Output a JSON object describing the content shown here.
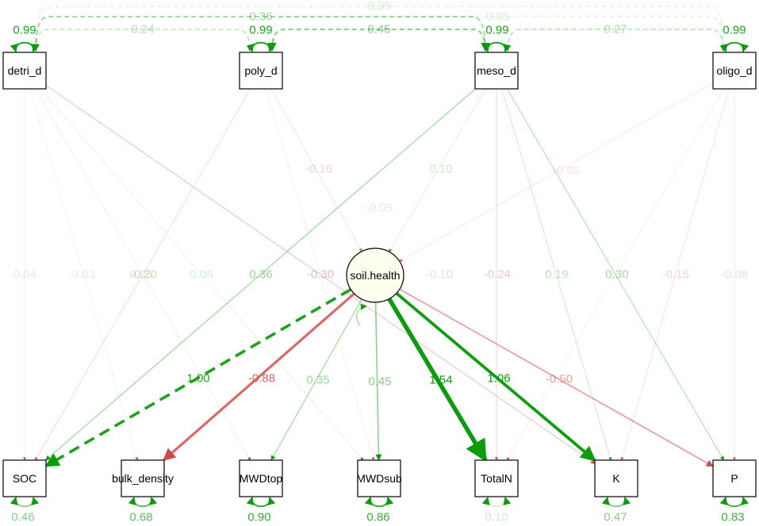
{
  "colors": {
    "positive": "#0c9b0c",
    "negative": "#cd4b4b",
    "latent_fill": "#fffff0"
  },
  "latent": {
    "id": "soil.health",
    "label": "soil.health"
  },
  "observed": [
    {
      "id": "detri_d",
      "label": "detri_d"
    },
    {
      "id": "poly_d",
      "label": "poly_d"
    },
    {
      "id": "meso_d",
      "label": "meso_d"
    },
    {
      "id": "oligo_d",
      "label": "oligo_d"
    },
    {
      "id": "SOC",
      "label": "SOC"
    },
    {
      "id": "bulk_density",
      "label": "bulk_density"
    },
    {
      "id": "MWDtop",
      "label": "MWDtop"
    },
    {
      "id": "MWDsub",
      "label": "MWDsub"
    },
    {
      "id": "TotalN",
      "label": "TotalN"
    },
    {
      "id": "K",
      "label": "K"
    },
    {
      "id": "P",
      "label": "P"
    }
  ],
  "loadings": [
    {
      "from": "soil.health",
      "to": "SOC",
      "label": "1.00",
      "value": 1.0,
      "fixed": true
    },
    {
      "from": "soil.health",
      "to": "bulk_density",
      "label": "-0.88",
      "value": -0.88
    },
    {
      "from": "soil.health",
      "to": "MWDtop",
      "label": "0.35",
      "value": 0.35
    },
    {
      "from": "soil.health",
      "to": "MWDsub",
      "label": "0.45",
      "value": 0.45
    },
    {
      "from": "soil.health",
      "to": "TotalN",
      "label": "1.54",
      "value": 1.54
    },
    {
      "from": "soil.health",
      "to": "K",
      "label": "1.06",
      "value": 1.06
    },
    {
      "from": "soil.health",
      "to": "P",
      "label": "-0.50",
      "value": -0.5
    }
  ],
  "regressions": [
    {
      "from": "detri_d",
      "to": "SOC",
      "label": "-0.04",
      "value": -0.04
    },
    {
      "from": "detri_d",
      "to": "bulk_density",
      "label": "-0.03",
      "value": -0.03
    },
    {
      "from": "detri_d",
      "to": "MWDtop",
      "label": "0.05",
      "value": 0.05
    },
    {
      "from": "detri_d",
      "to": "MWDsub",
      "label": "0.06",
      "value": 0.06
    },
    {
      "from": "detri_d",
      "to": "K",
      "label": "-0.30",
      "value": -0.3
    },
    {
      "from": "poly_d",
      "to": "SOC",
      "label": "-0.20",
      "value": -0.2
    },
    {
      "from": "poly_d",
      "to": "soil.health",
      "label": "-0.16",
      "value": -0.16
    },
    {
      "from": "poly_d",
      "to": "MWDsub",
      "label": "-0.05",
      "value": -0.05
    },
    {
      "from": "meso_d",
      "to": "SOC",
      "label": "0.36",
      "value": 0.36
    },
    {
      "from": "meso_d",
      "to": "soil.health",
      "label": "0.10",
      "value": 0.1
    },
    {
      "from": "meso_d",
      "to": "TotalN",
      "label": "-0.24",
      "value": -0.24
    },
    {
      "from": "meso_d",
      "to": "K",
      "label": "0.19",
      "value": 0.19
    },
    {
      "from": "meso_d",
      "to": "P",
      "label": "0.30",
      "value": 0.3
    },
    {
      "from": "oligo_d",
      "to": "soil.health",
      "label": "-0.10",
      "value": -0.1
    },
    {
      "from": "oligo_d",
      "to": "K",
      "label": "-0.15",
      "value": -0.15
    },
    {
      "from": "oligo_d",
      "to": "P",
      "label": "-0.08",
      "value": -0.08
    },
    {
      "from": "oligo_d",
      "to": "TotalN",
      "label": "-0.05",
      "value": -0.05
    }
  ],
  "covariances": [
    {
      "a": "detri_d",
      "b": "poly_d",
      "label": "0.24",
      "value": 0.24
    },
    {
      "a": "detri_d",
      "b": "meso_d",
      "label": "0.36",
      "value": 0.36
    },
    {
      "a": "poly_d",
      "b": "meso_d",
      "label": "0.45",
      "value": 0.45
    },
    {
      "a": "meso_d",
      "b": "oligo_d",
      "label": "0.27",
      "value": 0.27
    },
    {
      "a": "poly_d",
      "b": "oligo_d",
      "label": "0.05",
      "value": 0.05
    },
    {
      "a": "detri_d",
      "b": "oligo_d",
      "label": "0.05",
      "value": 0.05
    }
  ],
  "variances": [
    {
      "node": "detri_d",
      "label": "0.99",
      "value": 0.99
    },
    {
      "node": "poly_d",
      "label": "0.99",
      "value": 0.99
    },
    {
      "node": "meso_d",
      "label": "0.99",
      "value": 0.99
    },
    {
      "node": "oligo_d",
      "label": "0.99",
      "value": 0.99
    },
    {
      "node": "soil.health",
      "label": "",
      "value": 0.3
    },
    {
      "node": "SOC",
      "label": "0.46",
      "value": 0.46
    },
    {
      "node": "bulk_density",
      "label": "0.68",
      "value": 0.68
    },
    {
      "node": "MWDtop",
      "label": "0.90",
      "value": 0.9
    },
    {
      "node": "MWDsub",
      "label": "0.86",
      "value": 0.86
    },
    {
      "node": "TotalN",
      "label": "0.10",
      "value": 0.1
    },
    {
      "node": "K",
      "label": "0.47",
      "value": 0.47
    },
    {
      "node": "P",
      "label": "0.83",
      "value": 0.83
    }
  ]
}
